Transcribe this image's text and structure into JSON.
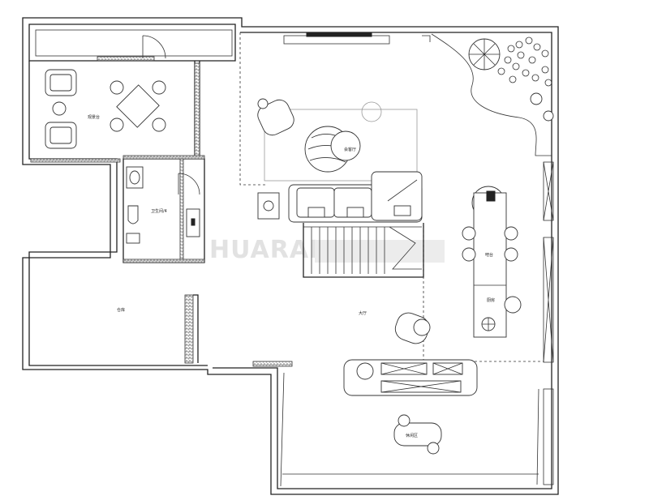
{
  "plan": {
    "watermark": "HUARAI",
    "rooms": {
      "terrace": "观景台",
      "bathroom": "卫生间/4",
      "storage": "仓库",
      "hall": "大厅",
      "tea": "会客厅",
      "bar": "吧台",
      "kitchen": "厨房",
      "reading": "休闲区"
    }
  },
  "colors": {
    "line": "#222222",
    "guide": "#999999",
    "background": "#ffffff"
  }
}
